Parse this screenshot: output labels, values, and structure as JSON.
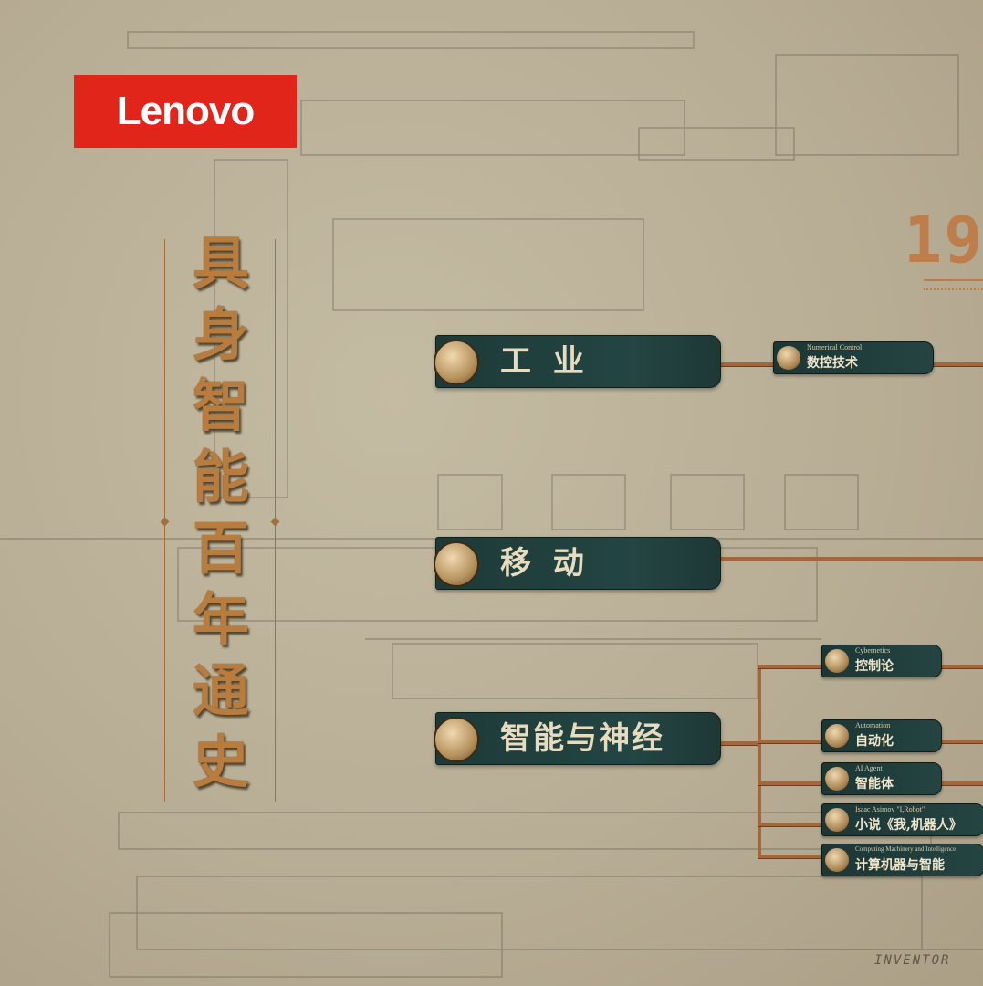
{
  "brand": {
    "logo_text": "Lenovo",
    "logo_color": "#e1251b"
  },
  "title": {
    "chars": [
      "具",
      "身",
      "智",
      "能",
      "百",
      "年",
      "通",
      "史"
    ],
    "color": "#b87c3f"
  },
  "year_partial": "19",
  "categories": [
    {
      "label": "工 业"
    },
    {
      "label": "移 动"
    },
    {
      "label": "智能与神经"
    }
  ],
  "nodes": {
    "numerical_control": {
      "en": "Numerical Control",
      "zh": "数控技术"
    },
    "cybernetics": {
      "en": "Cybernetics",
      "zh": "控制论"
    },
    "automation": {
      "en": "Automation",
      "zh": "自动化"
    },
    "ai_agent": {
      "en": "AI Agent",
      "zh": "智能体"
    },
    "asimov": {
      "en": "Isaac Asimov  \"I,Robot\"",
      "zh": "小说《我,机器人》"
    },
    "computing": {
      "en": "Computing Machinery and Intelligence",
      "zh": "计算机器与智能"
    }
  },
  "background_text": "INVENTOR",
  "colors": {
    "panel": "#1d3a38",
    "pipe": "#a2683c",
    "paper": "#bcb29a"
  }
}
